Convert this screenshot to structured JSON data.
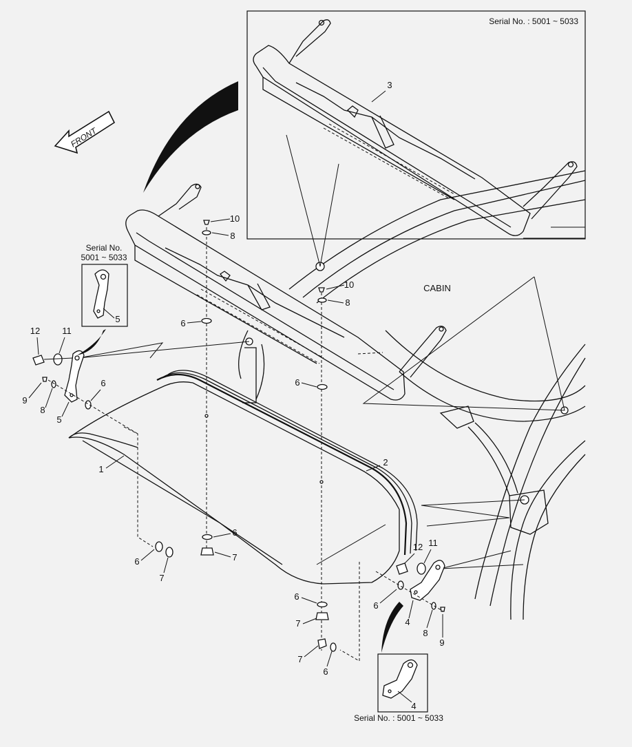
{
  "inset_top": {
    "serial": "Serial No. : 5001 ~ 5033",
    "callout": "3"
  },
  "inset_left": {
    "serial_line1": "Serial No.",
    "serial_line2": "5001 ~ 5033",
    "callout": "5"
  },
  "inset_bottom": {
    "serial": "Serial No. : 5001 ~ 5033",
    "callout": "4"
  },
  "front_arrow": "FRONT",
  "cabin_label": "CABIN",
  "callouts": {
    "c10a": "10",
    "c8a": "8",
    "c10b": "10",
    "c8b": "8",
    "c6a": "6",
    "c6b": "6",
    "c12l": "12",
    "c11l": "11",
    "c9l": "9",
    "c8l": "8",
    "c5l": "5",
    "c6l": "6",
    "c1": "1",
    "c2": "2",
    "c6c": "6",
    "c7c": "7",
    "c6d": "6",
    "c7d": "7",
    "c12r": "12",
    "c11r": "11",
    "c6r": "6",
    "c4r": "4",
    "c8r": "8",
    "c9r": "9",
    "c6e": "6",
    "c7e": "7",
    "c7f": "7",
    "c6f": "6"
  }
}
